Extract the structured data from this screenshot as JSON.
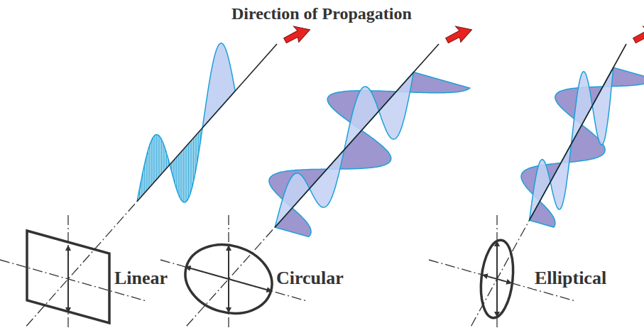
{
  "diagram": {
    "title": "Direction of Propagation",
    "labels": [
      "Linear",
      "Circular",
      "Elliptical"
    ]
  }
}
